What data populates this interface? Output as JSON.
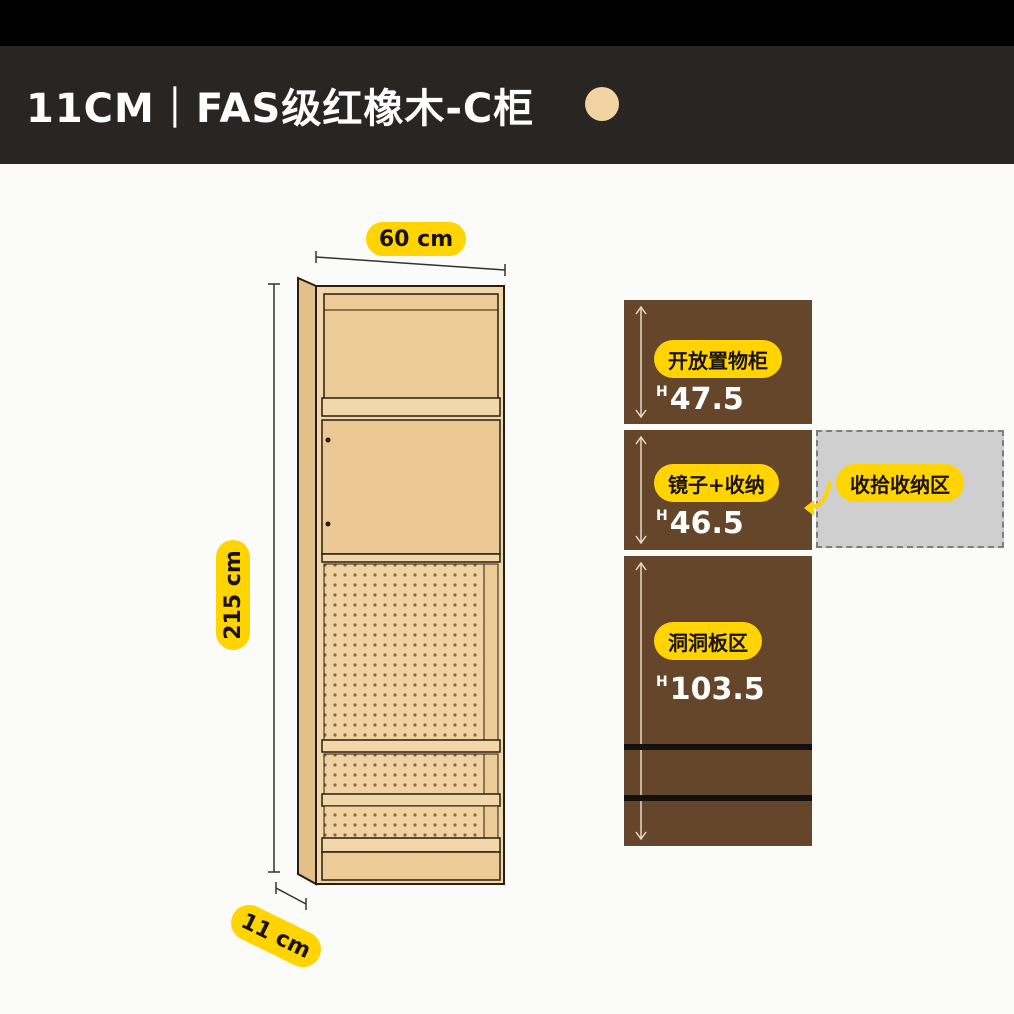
{
  "header": {
    "title": "11CM｜FAS级红橡木-C柜",
    "swatch_color": "#f2d3a2"
  },
  "dimensions": {
    "width": "60 cm",
    "height": "215 cm",
    "depth": "11 cm"
  },
  "sections": [
    {
      "label": "开放置物柜",
      "height_prefix": "H",
      "height_value": "47.5"
    },
    {
      "label": "镜子+收纳",
      "height_prefix": "H",
      "height_value": "46.5"
    },
    {
      "label": "洞洞板区",
      "height_prefix": "H",
      "height_value": "103.5"
    }
  ],
  "side_zone": {
    "label": "收拾收纳区"
  },
  "colors": {
    "accent": "#ffd400",
    "panel": "#66462a",
    "header_bg": "#292523",
    "wood": "#efd2a0"
  }
}
